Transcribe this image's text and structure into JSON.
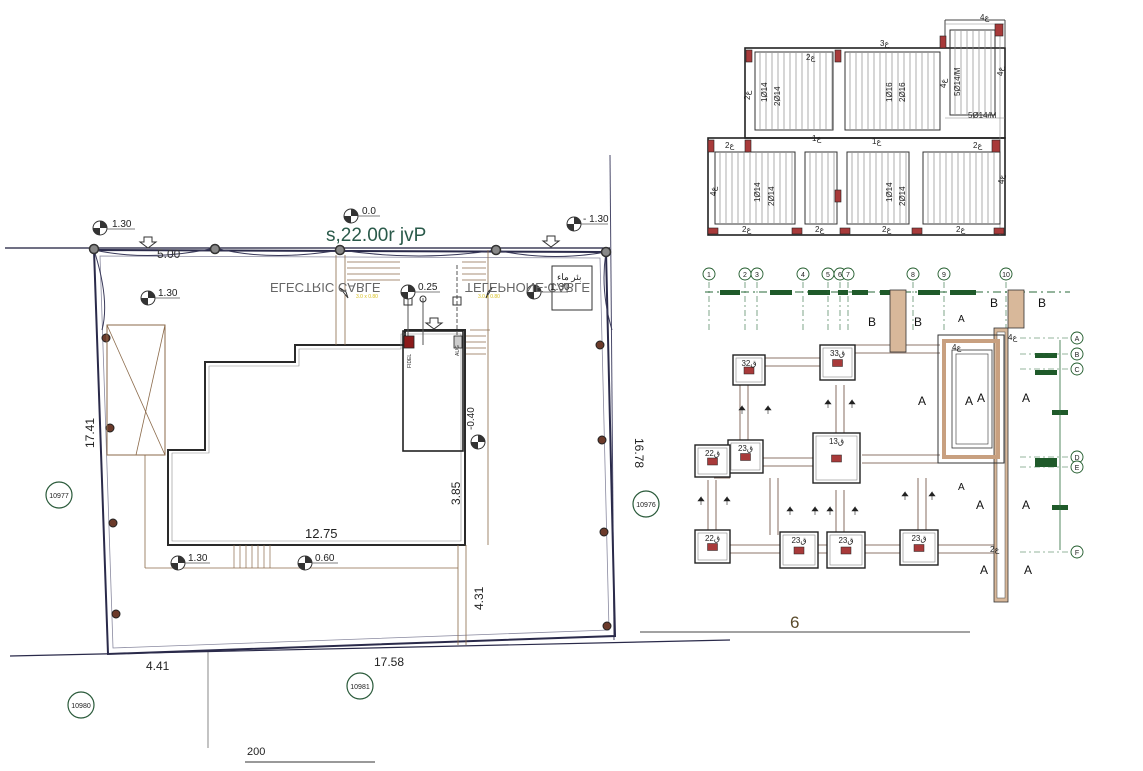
{
  "site": {
    "dims": {
      "top_length": "5.00",
      "left_side": "17.41",
      "right_side": "16.78",
      "bottom_main": "17.58",
      "bottom_left": "4.41",
      "building_width": "12.75",
      "stair_depth": "3.85",
      "side_gap": "4.31"
    },
    "levels": {
      "nw": "1.30",
      "top_center": "0.0",
      "ne": "- 1.30",
      "left": "1.30",
      "right": "- 1.30",
      "entry": "0.25",
      "court": "-0.40",
      "sw": "1.30",
      "bottom_stair": "0.60"
    },
    "street_label": "s,22.00r jvP",
    "cable_left": "ELECTRIC CABLE",
    "cable_right": "TELEPHONE CABLE",
    "arabic_label": "بئر ماء",
    "yellow_left": "3.0 x 0.80",
    "yellow_right": "3.0 x 0.80",
    "vertical_tag_left": "FIDEL",
    "vertical_tag_right": "AUG",
    "parcels": [
      "10977",
      "10976",
      "10980",
      "10981"
    ],
    "scale_label": "200"
  },
  "slab": {
    "labels": [
      "2ع",
      "3ع",
      "4ع",
      "2ع",
      "4ع",
      "4ع",
      "2ع",
      "1ع",
      "1ع",
      "2ع",
      "4ع",
      "4ع",
      "2ع",
      "2ع",
      "2ع",
      "2ع"
    ],
    "rebar": [
      "1Ø14",
      "2Ø14",
      "1Ø16",
      "2Ø16",
      "5Ø14/M",
      "5Ø14/M",
      "1Ø14",
      "2Ø14",
      "1Ø14",
      "2Ø14"
    ]
  },
  "foundation": {
    "grid_cols": [
      "1",
      "2",
      "3",
      "4",
      "5",
      "6",
      "7",
      "8",
      "9",
      "10"
    ],
    "grid_rows": [
      "A",
      "B",
      "C",
      "D",
      "E",
      "F"
    ],
    "footings": [
      "3ق2",
      "3ق3",
      "2ق3",
      "1ق3",
      "2ق2",
      "2ق2",
      "2ق3",
      "2ق3",
      "2ق3"
    ],
    "section_marks": [
      "B",
      "B",
      "B",
      "B",
      "A",
      "A",
      "A",
      "A",
      "A",
      "A",
      "A",
      "A",
      "A",
      "A"
    ],
    "footing_small": [
      "4ع",
      "4ع",
      "2ع"
    ],
    "sheet_number": "6"
  }
}
